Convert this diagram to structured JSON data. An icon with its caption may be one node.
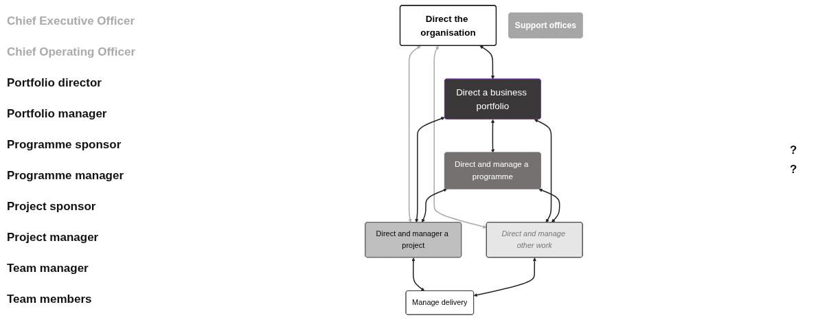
{
  "diagram": {
    "nodes": [
      {
        "text": [
          "Direct the organisation"
        ]
      },
      {
        "text": [
          "Direct a business portfolio"
        ]
      },
      {
        "text": [
          "Direct and manage a programme"
        ]
      },
      {
        "text": [
          "Direct and manager a project"
        ]
      },
      {
        "text": [
          "Direct and manage other work"
        ]
      },
      {
        "text": [
          "Manage delivery"
        ]
      },
      {
        "text": [
          "Support offices"
        ]
      }
    ],
    "edges": [
      {
        "from": 0,
        "to": 1,
        "arrow": "both"
      },
      {
        "from": 0,
        "to": 3,
        "arrow": "both",
        "color": "#aaaaaa"
      },
      {
        "from": 0,
        "to": 4,
        "arrow": "both",
        "color": "#aaaaaa"
      },
      {
        "from": 1,
        "to": 2,
        "arrow": "both"
      },
      {
        "from": 1,
        "to": 3,
        "arrow": "both"
      },
      {
        "from": 1,
        "to": 4,
        "arrow": "both"
      },
      {
        "from": 2,
        "to": 3,
        "arrow": "both"
      },
      {
        "from": 2,
        "to": 4,
        "arrow": "both"
      },
      {
        "from": 3,
        "to": 5,
        "arrow": "both"
      },
      {
        "from": 4,
        "to": 5,
        "arrow": "both"
      }
    ],
    "labels": [
      "Chief Executive Officer",
      "Chief Operating Officer",
      "Portfolio director",
      "Portfolio manager",
      "Programme sponsor",
      "Programme manager",
      "Project sponsor",
      "Project manager",
      "Team manager",
      "Team members",
      "?",
      "?"
    ]
  }
}
